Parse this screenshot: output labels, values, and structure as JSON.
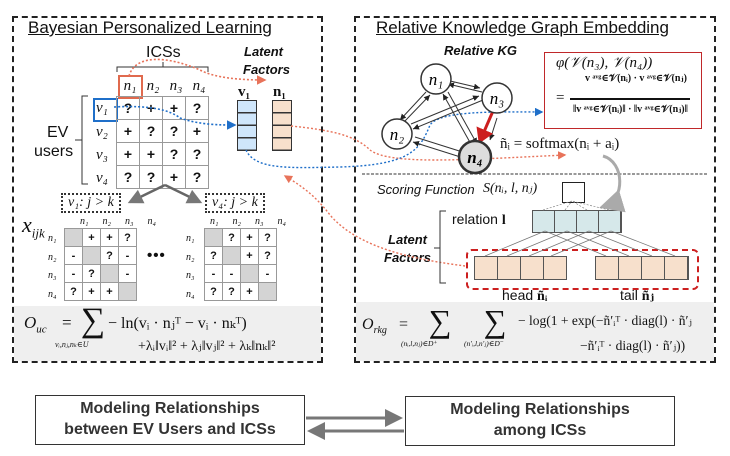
{
  "left_panel": {
    "title": "Bayesian Personalized Learning",
    "icss_label": "ICSs",
    "latent_label_1": "Latent",
    "latent_label_2": "Factors",
    "ev_label_1": "EV",
    "ev_label_2": "users",
    "vec_v_label": "v₁",
    "vec_n_label": "n₁",
    "col_headers": [
      "n₁",
      "n₂",
      "n₃",
      "n₄"
    ],
    "row_headers": [
      "v₁",
      "v₂",
      "v₃",
      "v₄"
    ],
    "main_matrix": [
      [
        "?",
        "+",
        "+",
        "?"
      ],
      [
        "+",
        "?",
        "?",
        "+"
      ],
      [
        "+",
        "+",
        "?",
        "?"
      ],
      [
        "?",
        "?",
        "+",
        "?"
      ]
    ],
    "xijk_label": "x",
    "xijk_sub": "ijk",
    "pair_matrix_1": {
      "label": "v₁: j > k",
      "col_headers": [
        "n₁",
        "n₂",
        "n₃",
        "n₄"
      ],
      "row_headers": [
        "n₁",
        "n₂",
        "n₃",
        "n₄"
      ],
      "cells": [
        [
          "",
          "+",
          "+",
          "?"
        ],
        [
          "-",
          "",
          "?",
          "-"
        ],
        [
          "-",
          "?",
          "",
          "-"
        ],
        [
          "?",
          "+",
          "+",
          ""
        ]
      ]
    },
    "pair_matrix_2": {
      "label": "v₄: j > k",
      "col_headers": [
        "n₁",
        "n₂",
        "n₃",
        "n₄"
      ],
      "row_headers": [
        "n₁",
        "n₂",
        "n₃",
        "n₄"
      ],
      "cells": [
        [
          "",
          "?",
          "+",
          "?"
        ],
        [
          "?",
          "",
          "+",
          "?"
        ],
        [
          "-",
          "-",
          "",
          "-"
        ],
        [
          "?",
          "?",
          "+",
          ""
        ]
      ]
    },
    "ellipsis": "•••",
    "formula_lhs": "O",
    "formula_lhs_sub": "uc",
    "formula_eq": "=",
    "formula_sum_sub": "vᵢ,nⱼ,nₖ∈U",
    "formula_line1": "− ln(vᵢ · nⱼᵀ − vᵢ · nₖᵀ)",
    "formula_line2": "+λᵢ‖vᵢ‖² + λⱼ‖vⱼ‖² + λₖ‖nₖ‖²"
  },
  "right_panel": {
    "title": "Relative Knowledge Graph Embedding",
    "kg_title": "Relative KG",
    "nodes": [
      "n₁",
      "n₂",
      "n₃",
      "n₄"
    ],
    "phi_line1": "φ(𝒱(n₃), 𝒱(n₄))",
    "phi_numerator": "v ᵃᵛᵍ∈𝒱(nᵢ) · v ᵃᵛᵍ∈𝒱(nⱼ)",
    "phi_denominator": "‖v ᵃᵛᵍ∈𝒱(nᵢ)‖ · ‖v ᵃᵛᵍ∈𝒱(nⱼ)‖",
    "phi_eq": "=",
    "softmax": "ñᵢ = softmax(nᵢ + aᵢ)",
    "scoring_label": "Scoring Function",
    "scoring_fn": "S(nᵢ, l, nⱼ)",
    "relation_label": "relation",
    "relation_symbol": "l",
    "latent_label_1": "Latent",
    "latent_label_2": "Factors",
    "head_label": "head",
    "head_symbol": "ñᵢ",
    "tail_label": "tail",
    "tail_symbol": "ñⱼ",
    "formula_lhs": "O",
    "formula_lhs_sub": "rkg",
    "formula_eq": "=",
    "formula_sum1_sub": "(nᵢ,l,nⱼ)∈D⁺",
    "formula_sum2_sub": "(n′ᵢ,l,n′ⱼ)∈D⁻",
    "formula_line1": "− log(1 + exp(−ñ′ᵢᵀ · diag(l) · ñ′ⱼ",
    "formula_line2": "−ñ′ᵢᵀ · diag(l) · ñ′ⱼ))"
  },
  "bottom": {
    "box_left": "Modeling Relationships between EV Users and ICSs",
    "box_left_line1": "Modeling Relationships",
    "box_left_line2": "between EV Users and ICSs",
    "box_right_line1": "Modeling Relationships",
    "box_right_line2": "among ICSs"
  },
  "colors": {
    "orange_dots": "#e8735a",
    "blue_dots": "#1f6fc9",
    "user_vec_fill": "#cfe6fb",
    "icss_vec_fill": "#f7e0cc",
    "relation_fill": "#d6e8ea",
    "red_accent": "#cc1f1f",
    "formula_bg": "#efefef"
  }
}
